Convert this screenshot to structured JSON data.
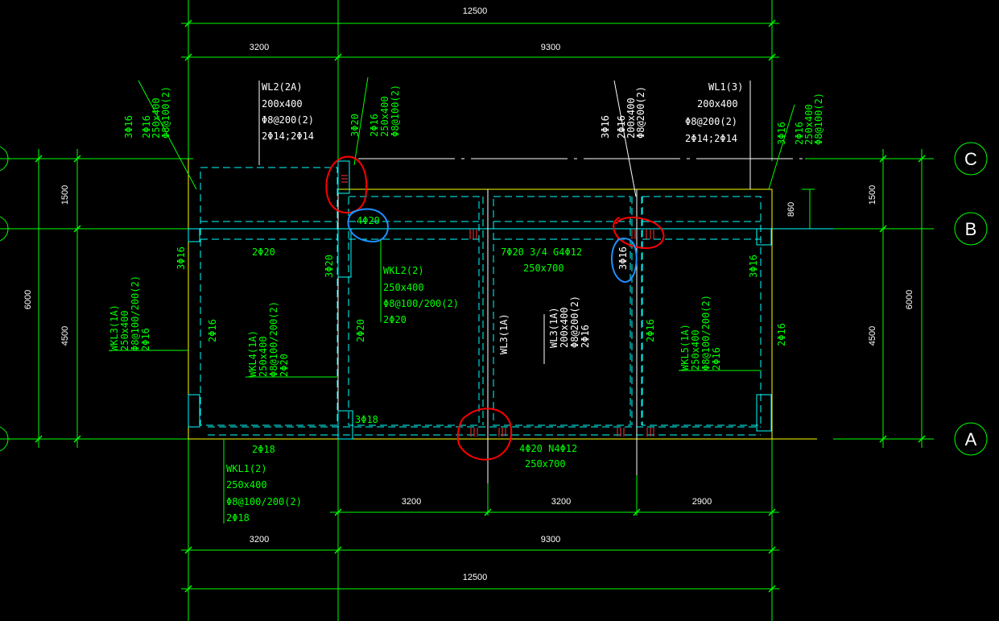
{
  "colors": {
    "background": "#000000",
    "dimension": "#00ff00",
    "axis": "#00ff00",
    "beam_outline": "#ffff00",
    "beam_hidden": "#00ffff",
    "text_white": "#ffffff",
    "text_green": "#00ff00",
    "markup_red": "#ff0000",
    "markup_blue": "#1e90ff",
    "rebar_red": "#ff3333"
  },
  "dimensions": {
    "top_total": "12500",
    "top_left": "3200",
    "top_right": "9300",
    "bottom_left": "3200",
    "bottom_right": "9300",
    "bottom_total": "12500",
    "bay1": "3200",
    "bay2": "3200",
    "bay3": "2900",
    "left_upper": "1500",
    "left_lower": "4500",
    "left_total": "6000",
    "right_upper": "1500",
    "right_lower": "4500",
    "right_total": "6000",
    "local_860": "860"
  },
  "axes": {
    "c": "C",
    "b": "B",
    "a": "A"
  },
  "beams": {
    "wl2": [
      "WL2(2A)",
      "200x400",
      "Φ8@200(2)",
      "2Φ14;2Φ14"
    ],
    "wl1": [
      "WL1(3)",
      "200x400",
      "Φ8@200(2)",
      "2Φ14;2Φ14"
    ],
    "wkl2": [
      "WKL2(2)",
      "250x400",
      "Φ8@100/200(2)",
      "2Φ20"
    ],
    "wkl1": [
      "WKL1(2)",
      "250x400",
      "Φ8@100/200(2)",
      "2Φ18"
    ],
    "wkl3": [
      "WKL3(1A)",
      "250x400",
      "Φ8@100/200(2)",
      "2Φ16"
    ],
    "wkl4": [
      "WKL4(1A)",
      "250x400",
      "Φ8@100/200(2)",
      "2Φ20"
    ],
    "wkl5": [
      "WKL5(1A)",
      "250x400",
      "Φ8@100/200(2)",
      "2Φ16"
    ],
    "wl3_white": [
      "WL3(1A)",
      "200x400",
      "Φ8@200(2)",
      "2Φ16"
    ],
    "wl3_left": "WL3(1A)"
  },
  "cantilevers": {
    "left": [
      "3Φ16",
      "2Φ16",
      "250x400",
      "Φ8@100(2)"
    ],
    "mid": [
      "3Φ20",
      "2Φ16",
      "250x400",
      "Φ8@100(2)"
    ],
    "right_white": [
      "3Φ16",
      "2Φ16",
      "200x400",
      "Φ8@200(2)"
    ],
    "right": [
      "3Φ16",
      "2Φ16",
      "250x400",
      "Φ8@100(2)"
    ]
  },
  "rebar": {
    "b_left_mid": "2Φ20",
    "b_top_col": "4Φ20",
    "b_mid": "7Φ20  3/4  G4Φ12",
    "b_mid_size": "250x700",
    "a_left": "2Φ18",
    "a_mid": "4Φ20  N4Φ12",
    "a_mid_size": "250x700",
    "a_col": "3Φ18",
    "v_left": "3Φ16",
    "v_left2": "2Φ16",
    "v_col": "3Φ20",
    "v_col2": "2Φ20",
    "v_blue": "3Φ16",
    "v_right1": "2Φ16",
    "v_right2": "3Φ16",
    "v_right3": "2Φ16"
  }
}
